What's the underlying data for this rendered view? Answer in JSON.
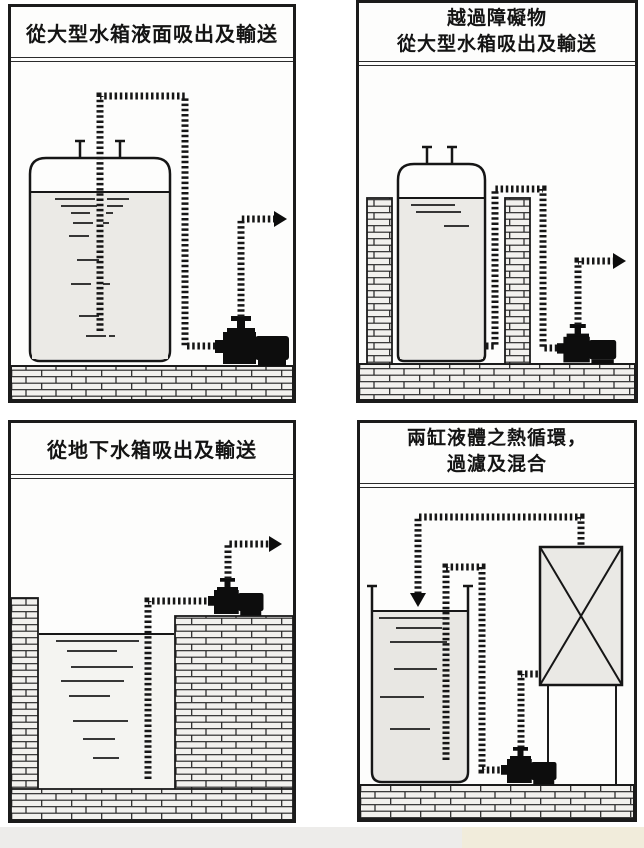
{
  "page": {
    "kind": "scanned catalog page of pump installation diagrams",
    "panel_count": 4
  },
  "panels": [
    {
      "name": "suction-and-transfer-from-surface-of-large-tank",
      "title_lines": [
        "從大型水箱液面吸出及輸送"
      ]
    },
    {
      "name": "over-obstacle-suction-and-transfer-from-large-tank",
      "title_lines": [
        "越過障礙物",
        "從大型水箱吸出及輸送"
      ]
    },
    {
      "name": "suction-and-transfer-from-underground-tank",
      "title_lines": [
        "從地下水箱吸出及輸送"
      ]
    },
    {
      "name": "thermal-circulation-filtration-and-mixing-of-two-tanks",
      "title_lines": [
        "兩缸液體之熱循環，",
        "過濾及混合"
      ]
    }
  ],
  "icons": {
    "pump": "centrifugal-pump-with-motor-silhouette",
    "flow_arrow": "solid-black-triangle",
    "pipe_style": "hatched-dashed-ribbon",
    "wall_style": "brick-pattern",
    "heat_exchanger": "rectangle-with-x-cross"
  },
  "colors": {
    "ink": "#161616",
    "pump_fill": "#0d0d0d",
    "brick_fill": "#f2f1ee",
    "tank_liquid_fill": "#ebeae6",
    "pit_water_fill": "#f4f4f1",
    "exchanger_fill": "#eae9e5",
    "panel_bg": "#fdfdfc",
    "page_margin_strip": "#edecea",
    "page_margin_patch": "#f1ecdb"
  }
}
